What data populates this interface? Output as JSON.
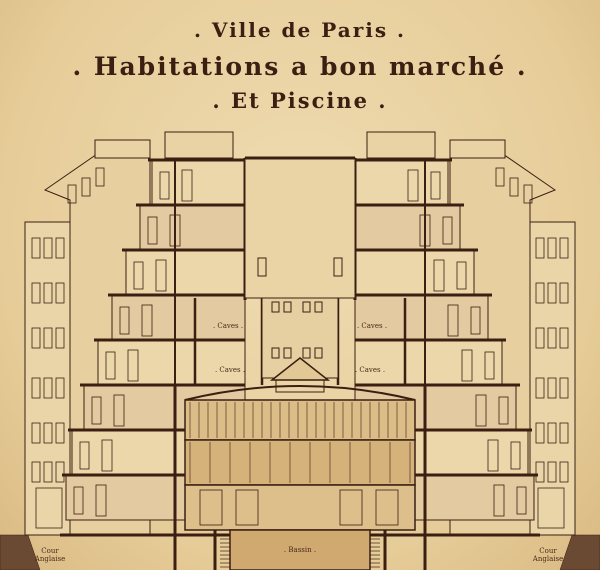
{
  "title": {
    "line1": ". Ville de Paris .",
    "line2": ". Habitations a bon marché .",
    "line3": ". Et Piscine ."
  },
  "labels": {
    "caves": ". Caves .",
    "bassin": ". Bassin .",
    "cour_anglaise_1": "Cour",
    "cour_anglaise_2": "Anglaise"
  },
  "colors": {
    "paper": "#e9d3a6",
    "ink": "#3b1f12",
    "wash": "#d8b57c"
  }
}
